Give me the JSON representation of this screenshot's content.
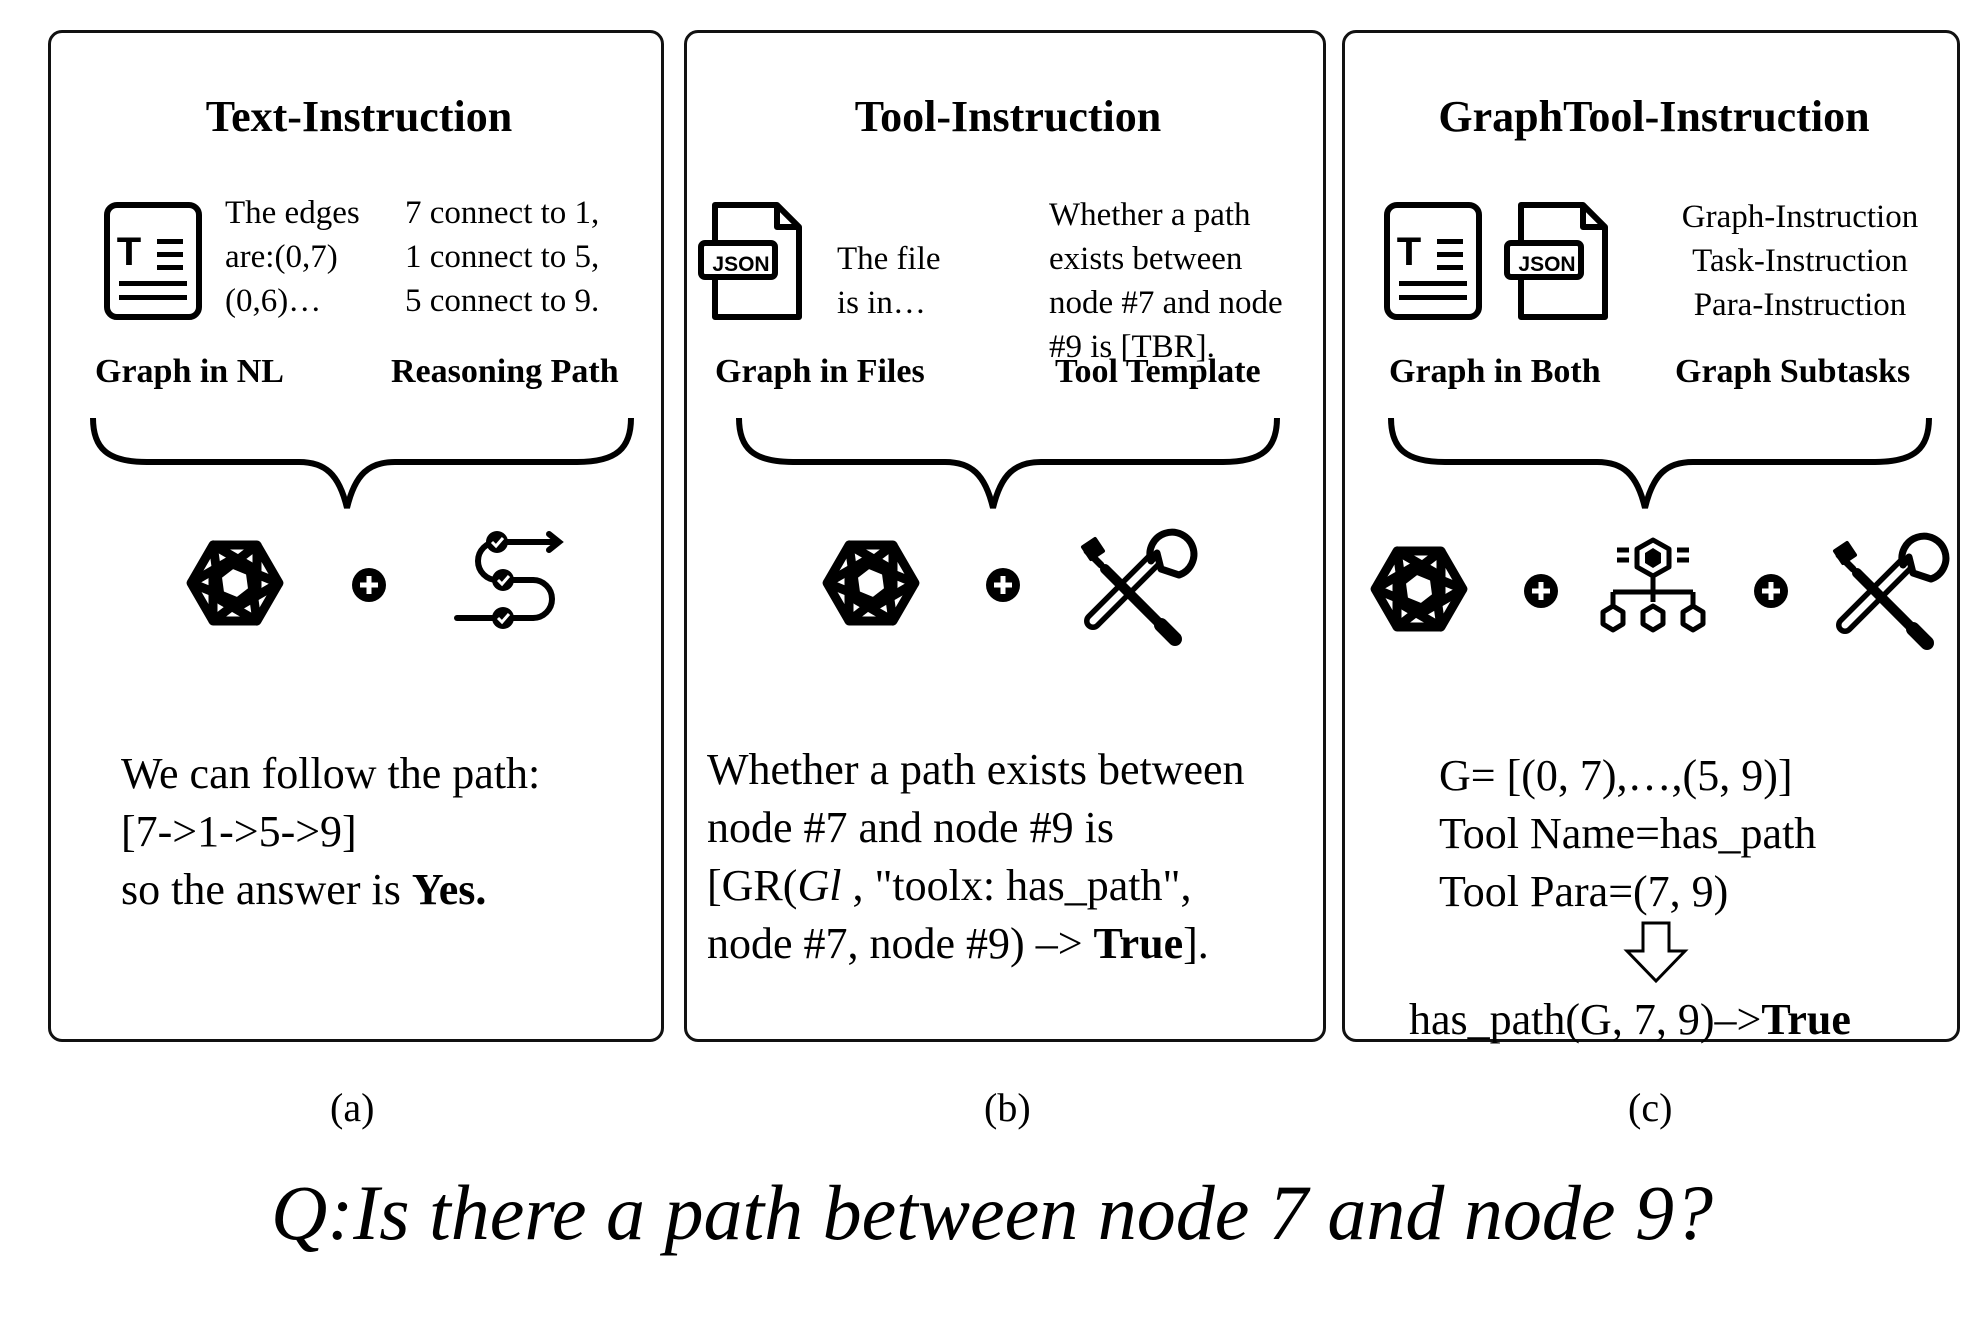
{
  "panel_a": {
    "title": "Text-Instruction",
    "col1_lines": [
      "The edges",
      "are:(0,7)",
      "(0,6)…"
    ],
    "col2_lines": [
      "7 connect to 1,",
      "1 connect to 5,",
      "5 connect to 9."
    ],
    "sub_left": "Graph in NL",
    "sub_right": "Reasoning Path",
    "icons": [
      "text-document-icon",
      "openai-logo-icon",
      "plus-circle-icon",
      "reasoning-path-icon"
    ],
    "body_line1": "We can follow the path:",
    "body_line2": "[7->1->5->9]",
    "body_line3_prefix": "so the answer is ",
    "body_line3_bold": "Yes."
  },
  "panel_b": {
    "title": "Tool-Instruction",
    "file_label": "JSON",
    "col1_lines": [
      "The file",
      "is in…"
    ],
    "col2_lines": [
      "Whether a path",
      "exists between",
      "node #7 and node",
      "#9 is [TBR]."
    ],
    "sub_left": "Graph in Files",
    "sub_right": "Tool Template",
    "icons": [
      "json-file-icon",
      "openai-logo-icon",
      "plus-circle-icon",
      "tools-icon"
    ],
    "body_line1": "Whether a path exists between",
    "body_line2": "node #7 and node #9 is",
    "body_line3_prefix": "[GR(",
    "body_line3_italic": "Gl",
    "body_line3_suffix": " , \"toolx: has_path\",",
    "body_line4_prefix": "node #7, node #9) –> ",
    "body_line4_bold": "True",
    "body_line4_suffix": "]."
  },
  "panel_c": {
    "title": "GraphTool-Instruction",
    "file_label": "JSON",
    "col2_lines": [
      "Graph-Instruction",
      "Task-Instruction",
      "Para-Instruction"
    ],
    "sub_left": "Graph in Both",
    "sub_right": "Graph Subtasks",
    "icons": [
      "text-document-icon",
      "json-file-icon",
      "openai-logo-icon",
      "plus-circle-icon",
      "hierarchy-icon",
      "plus-circle-icon",
      "tools-icon"
    ],
    "body_line1": "G= [(0, 7),…,(5, 9)]",
    "body_line2": "Tool Name=has_path",
    "body_line3": "Tool Para=(7, 9)",
    "result_prefix": "has_path(G, 7, 9)–>",
    "result_bold": "True"
  },
  "captions": [
    "(a)",
    "(b)",
    "(c)"
  ],
  "question": "Q:Is there a path between node 7 and node 9?"
}
